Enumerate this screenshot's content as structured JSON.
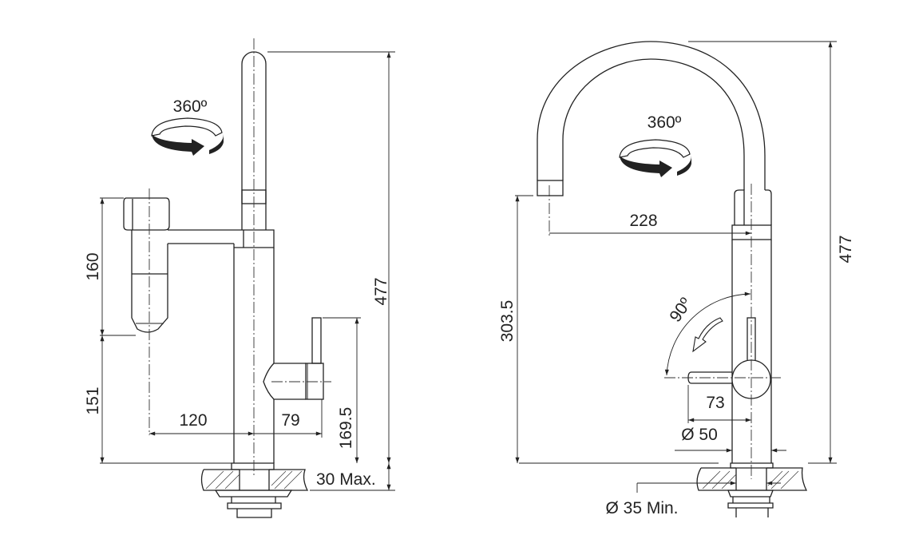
{
  "left_view": {
    "rotation_label": "360º",
    "dims": {
      "total_height": "477",
      "head_height": "160",
      "head_clearance": "151",
      "spout_reach": "120",
      "handle_reach": "79",
      "handle_height": "169.5",
      "counter_thickness": "30 Max."
    }
  },
  "right_view": {
    "rotation_label": "360º",
    "lever_rotation_label": "90º",
    "dims": {
      "total_height": "477",
      "spout_reach": "228",
      "spout_clearance": "303.5",
      "lever_length": "73",
      "body_diameter": "Ø 50",
      "hole_diameter": "Ø 35 Min."
    }
  }
}
